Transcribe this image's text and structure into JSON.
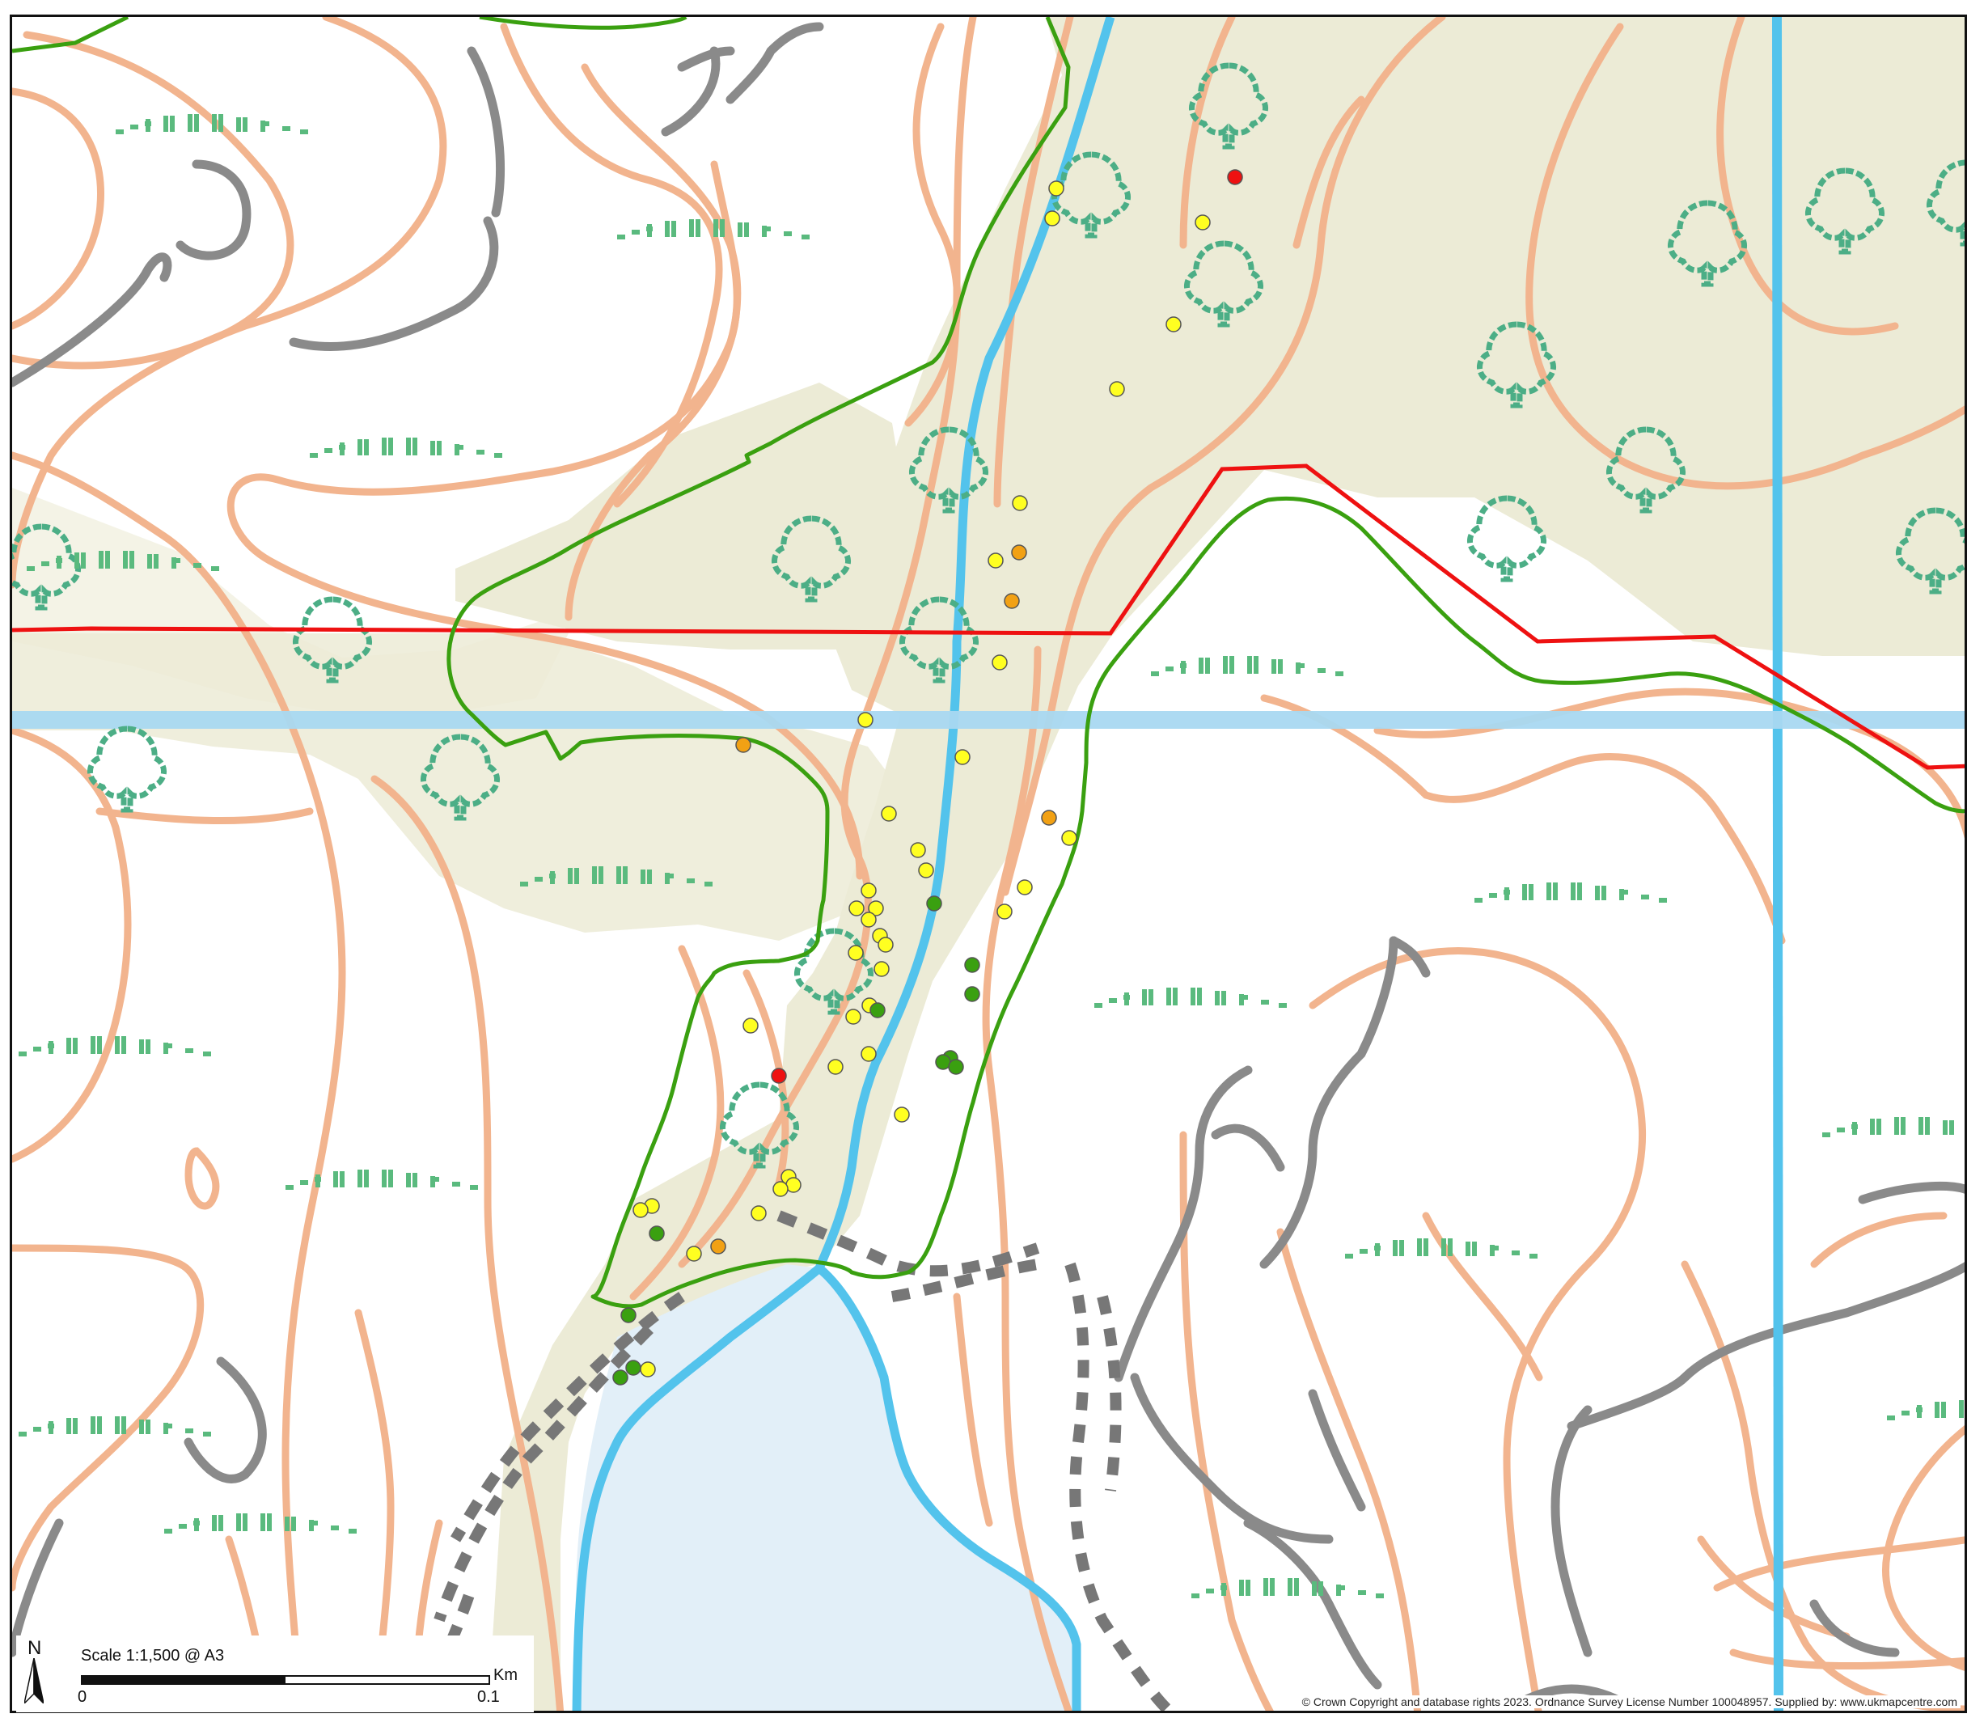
{
  "map": {
    "colors": {
      "woodland_fill": "#ecebd6",
      "contour": "#f2b48e",
      "track": "#8a8a8a",
      "water_line": "#53c3ec",
      "water_body": "#e2eff8",
      "grid_line": "#a9d9f2",
      "tree_symbol": "#4cae86",
      "marsh_symbol": "#5aba7e",
      "boundary_green": "#3aa010",
      "boundary_red": "#ee1111"
    },
    "symbols": {
      "tree": "deciduous-tree-icon",
      "marsh": "rough-grassland-icon",
      "north": "north-arrow-icon"
    },
    "point_categories": [
      {
        "name": "yellow",
        "color": "#ffff21"
      },
      {
        "name": "orange",
        "color": "#f2a114"
      },
      {
        "name": "red",
        "color": "#ee1111"
      },
      {
        "name": "green",
        "color": "#3aa010"
      }
    ]
  },
  "scale": {
    "north_label": "N",
    "label": "Scale   1:1,500   @ A3",
    "unit": "Km",
    "start": "0",
    "end": "0.1"
  },
  "copyright": "© Crown Copyright and database rights 2023. Ordnance Survey License Number 100048957. Supplied by: www.ukmapcentre.com"
}
